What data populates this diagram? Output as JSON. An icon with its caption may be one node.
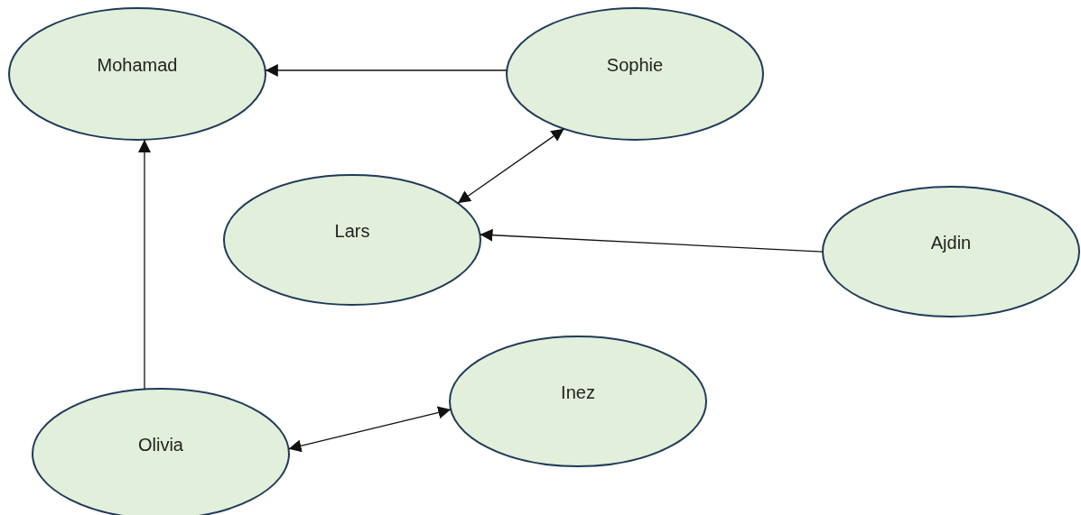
{
  "diagram": {
    "nodes": [
      {
        "text": [
          "Mohamad"
        ]
      },
      {
        "text": [
          "Sophie"
        ]
      },
      {
        "text": [
          "Lars"
        ]
      },
      {
        "text": [
          "Ajdin"
        ]
      },
      {
        "text": [
          "Inez"
        ]
      },
      {
        "text": [
          "Olivia"
        ]
      }
    ],
    "edges": [
      {
        "from": 1,
        "to": 0,
        "arrow": "to"
      },
      {
        "from": 2,
        "to": 1,
        "arrow": "both"
      },
      {
        "from": 3,
        "to": 2,
        "arrow": "to"
      },
      {
        "from": 5,
        "to": 0,
        "arrow": "to"
      },
      {
        "from": 5,
        "to": 4,
        "arrow": "both"
      }
    ]
  }
}
